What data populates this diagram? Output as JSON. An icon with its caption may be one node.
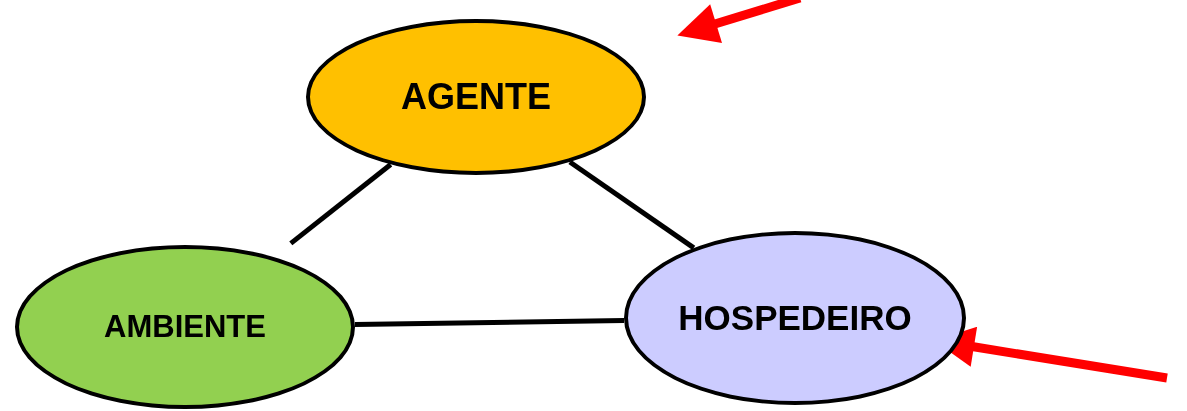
{
  "diagram": {
    "nodes": [
      {
        "text": [
          "AGENTE"
        ]
      },
      {
        "text": [
          "AMBIENTE"
        ]
      },
      {
        "text": [
          "HOSPEDEIRO"
        ]
      }
    ],
    "edges": [
      {
        "from": 0,
        "to": 1,
        "arrow": "none"
      },
      {
        "from": 0,
        "to": 2,
        "arrow": "none"
      },
      {
        "from": 1,
        "to": 2,
        "arrow": "none"
      },
      {
        "from": null,
        "to": 0,
        "arrow": "to",
        "style": "thick",
        "color": "#ff0000"
      },
      {
        "from": null,
        "to": 2,
        "arrow": "to",
        "style": "thick",
        "color": "#ff0000"
      }
    ]
  }
}
